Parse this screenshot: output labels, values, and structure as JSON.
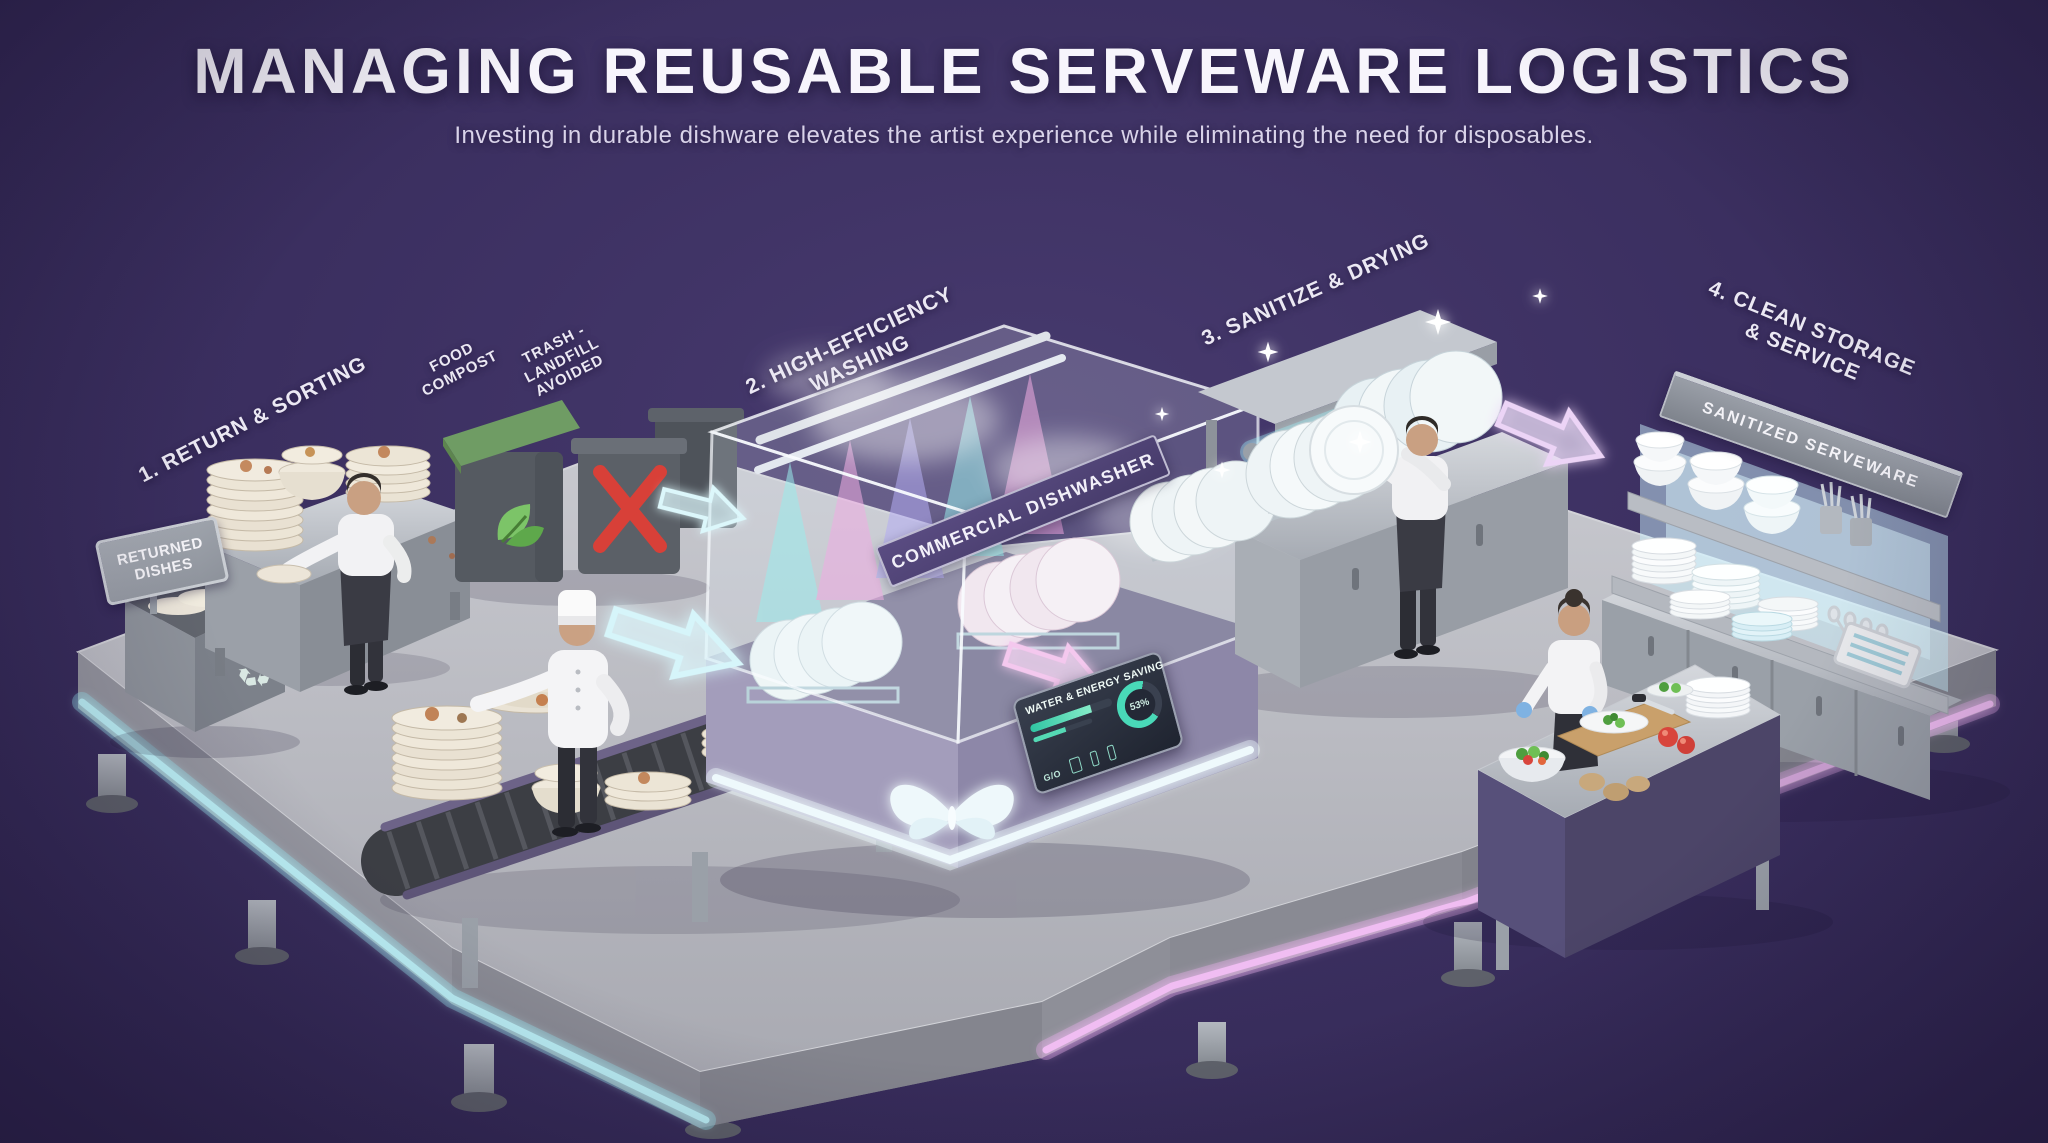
{
  "header": {
    "title": "MANAGING REUSABLE SERVEWARE LOGISTICS",
    "subtitle": "Investing in durable dishware elevates the artist experience while eliminating the need for disposables."
  },
  "stations": [
    {
      "id": "return-sorting",
      "label": "1. RETURN & SORTING"
    },
    {
      "id": "high-efficiency-washing",
      "label": "2. HIGH-EFFICIENCY\nWASHING"
    },
    {
      "id": "sanitize-drying",
      "label": "3. SANITIZE & DRYING"
    },
    {
      "id": "clean-storage-service",
      "label": "4. CLEAN STORAGE\n& SERVICE"
    }
  ],
  "signs": {
    "returned_dishes": "RETURNED\nDISHES",
    "food_compost": "FOOD\nCOMPOST",
    "trash_landfill": "TRASH -\nLANDFILL\nAVOIDED",
    "dishwasher_banner": "COMMERCIAL DISHWASHER",
    "sanitized_serveware": "SANITIZED SERVEWARE"
  },
  "dishwasher_panel": {
    "title": "WATER & ENERGY SAVING",
    "gauge_value": "53%",
    "stat_label": "G/O"
  },
  "icons": {
    "recycle": "♻",
    "compost_leaf": "leaf-icon",
    "trash_cross": "x-cross-icon",
    "brand_butterfly": "butterfly-wings-icon",
    "flow_arrow": "block-arrow-right-icon",
    "uv_light": "uv-tube-icon"
  },
  "colors": {
    "background": "#3b2f60",
    "neon_cyan": "#bdf2f8",
    "neon_pink": "#f0bdf2",
    "accent_teal": "#49d9b8",
    "compost_green": "#6f9c64",
    "alert_red": "#d84038",
    "platform_concrete": "#b8b9bf",
    "structure_purple": "#57507a"
  }
}
